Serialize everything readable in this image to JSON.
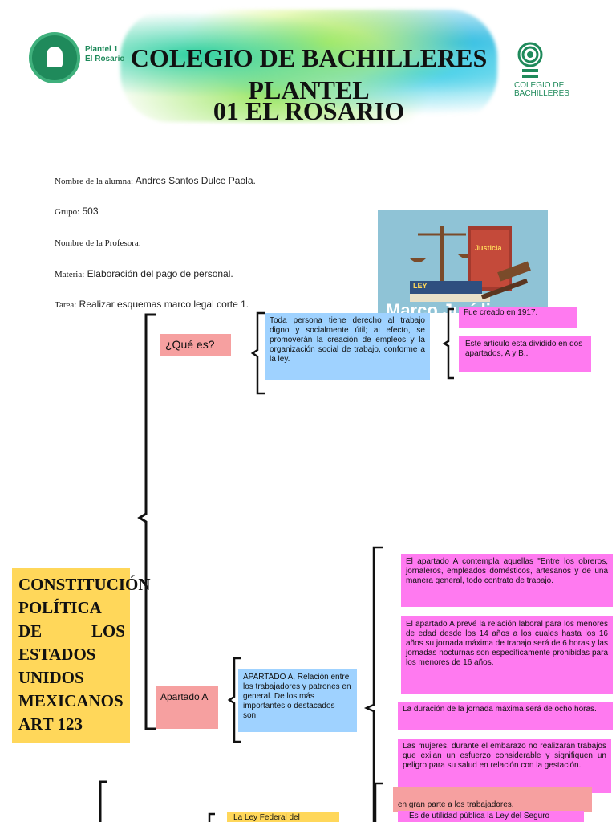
{
  "header": {
    "title_line1": "COLEGIO DE BACHILLERES",
    "title_line2": "PLANTEL",
    "title_line3": "01 EL ROSARIO",
    "left_logo_text_1": "Plantel 1",
    "left_logo_text_2": "El Rosario",
    "right_logo_text_1": "COLEGIO DE",
    "right_logo_text_2": "BACHILLERES"
  },
  "fields": {
    "alumna_label": "Nombre de la alumna:",
    "alumna_value": " Andres Santos Dulce Paola.",
    "grupo_label": "Grupo:",
    "grupo_value": " 503",
    "profesora_label": "Nombre de la Profesora:",
    "profesora_value": "",
    "materia_label": "Materia:",
    "materia_value": " Elaboración del pago de personal.",
    "tarea_label": "Tarea:",
    "tarea_value": " Realizar esquemas marco legal corte 1."
  },
  "photo": {
    "book_label": "LEY",
    "book_label_2": "Justicia",
    "caption": "Marco Jurídico"
  },
  "scheme": {
    "constitucion": "CONSTITUCIÓN POLÍTICA DE LOS ESTADOS UNIDOS MEXICANOS ART 123",
    "que_es_label": "¿Qué es?",
    "que_es_text": "Toda persona tiene derecho al trabajo digno y socialmente útil; al efecto, se promoverán la creación de empleos y la organización social de trabajo, conforme a la ley.",
    "creado": "Fue creado en 1917.",
    "dividido": "Este articulo esta dividido en dos apartados, A y B..",
    "apartado_a_label": "Apartado A",
    "apartado_a_text": "APARTADO A, Relación entre los trabajadores y patrones en general. De los más importantes o destacados son:",
    "a1": "El apartado A contempla aquellas \"Entre los obreros, jornaleros, empleados domésticos, artesanos y de una manera general, todo contrato de trabajo.",
    "a2": "El apartado A prevé la relación laboral para los menores de edad desde los 14 años a los cuales hasta los 16 años su jornada máxima de trabajo será de 6 horas y las jornadas nocturnas son específicamente prohibidas para los menores de 16 años.",
    "a3": "La duración de la jornada máxima será de ocho horas.",
    "a4": "Las mujeres, durante el embarazo no realizarán trabajos que exijan un esfuerzo considerable y signifiquen un peligro para su salud en relación con la gestación.",
    "a5": "en gran parte a los trabajadores.",
    "bottom_yellow": "La Ley Federal del",
    "bottom_pink": "Es de utilidad pública la Ley del Seguro"
  }
}
